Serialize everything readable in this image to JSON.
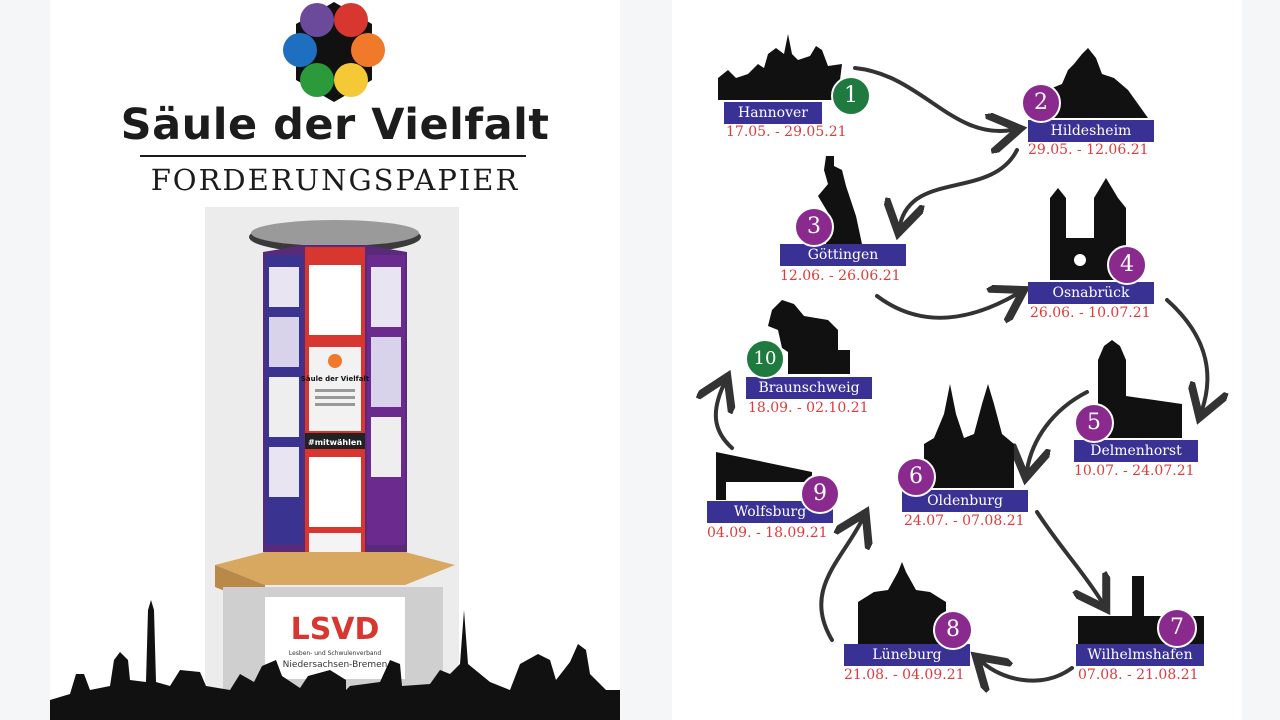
{
  "left_page": {
    "title": "Säule der Vielfalt",
    "subtitle": "FORDERUNGSPAPIER",
    "logo_colors": [
      "#6b4a9c",
      "#d8372f",
      "#1f6fc0",
      "#f07a2a",
      "#2a9a3a",
      "#f5c835",
      "#111111"
    ],
    "org_logo_text": "LSVD",
    "org_caption_line1": "Lesben- und Schwulenverband",
    "org_caption_line2": "Niedersachsen-Bremen",
    "column_poster_text": "Säule der Vielfalt",
    "column_hashtag": "#mitwählen"
  },
  "stops": [
    {
      "number": "1",
      "city": "Hannover",
      "dates": "17.05. - 29.05.21",
      "badge_color": "green"
    },
    {
      "number": "2",
      "city": "Hildesheim",
      "dates": "29.05. - 12.06.21",
      "badge_color": "purple"
    },
    {
      "number": "3",
      "city": "Göttingen",
      "dates": "12.06. - 26.06.21",
      "badge_color": "purple"
    },
    {
      "number": "4",
      "city": "Osnabrück",
      "dates": "26.06. - 10.07.21",
      "badge_color": "purple"
    },
    {
      "number": "5",
      "city": "Delmenhorst",
      "dates": "10.07. - 24.07.21",
      "badge_color": "purple"
    },
    {
      "number": "6",
      "city": "Oldenburg",
      "dates": "24.07. - 07.08.21",
      "badge_color": "purple"
    },
    {
      "number": "7",
      "city": "Wilhelmshafen",
      "dates": "07.08. - 21.08.21",
      "badge_color": "purple"
    },
    {
      "number": "8",
      "city": "Lüneburg",
      "dates": "21.08. - 04.09.21",
      "badge_color": "purple"
    },
    {
      "number": "9",
      "city": "Wolfsburg",
      "dates": "04.09. - 18.09.21",
      "badge_color": "purple"
    },
    {
      "number": "10",
      "city": "Braunschweig",
      "dates": "18.09. - 02.10.21",
      "badge_color": "green"
    }
  ],
  "colors": {
    "label_bg": "#3a3194",
    "date_text": "#e03a3a",
    "badge_green": "#1e7a3e",
    "badge_purple": "#8a2a8e",
    "silhouette": "#111111",
    "arrow": "#333333"
  }
}
